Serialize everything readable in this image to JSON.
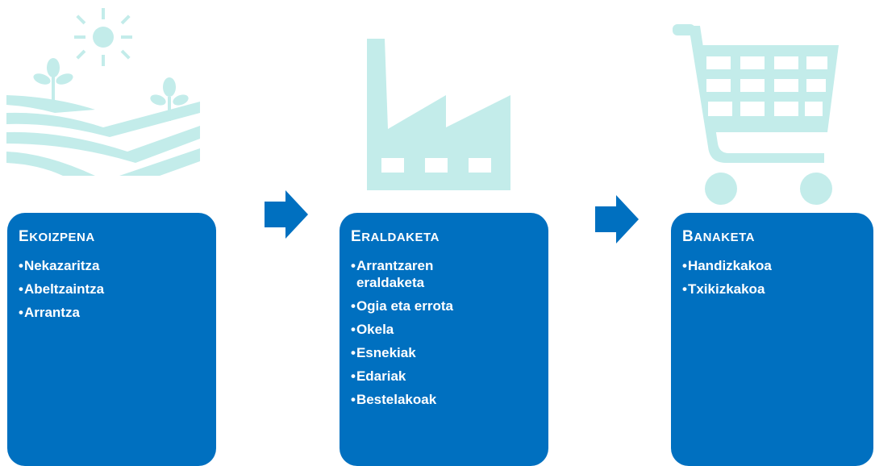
{
  "stages": [
    {
      "title_first": "E",
      "title_rest": "KOIZPENA",
      "items": [
        "Nekazaritza",
        "Abeltzaintza",
        "Arrantza"
      ],
      "icon": "farm-field-sun-icon"
    },
    {
      "title_first": "E",
      "title_rest": "RALDAKETA",
      "items": [
        "Arrantzaren eraldaketa",
        "Ogia eta errota",
        "Okela",
        "Esnekiak",
        "Edariak",
        "Bestelakoak"
      ],
      "icon": "factory-icon"
    },
    {
      "title_first": "B",
      "title_rest": "ANAKETA",
      "items": [
        "Handizkakoa",
        "Txikizkakoa"
      ],
      "icon": "shopping-cart-icon"
    }
  ],
  "bullet": "•",
  "colors": {
    "box": "#0070c0",
    "arrow": "#0070c0",
    "icon": "#c3ecea",
    "text": "#ffffff"
  }
}
